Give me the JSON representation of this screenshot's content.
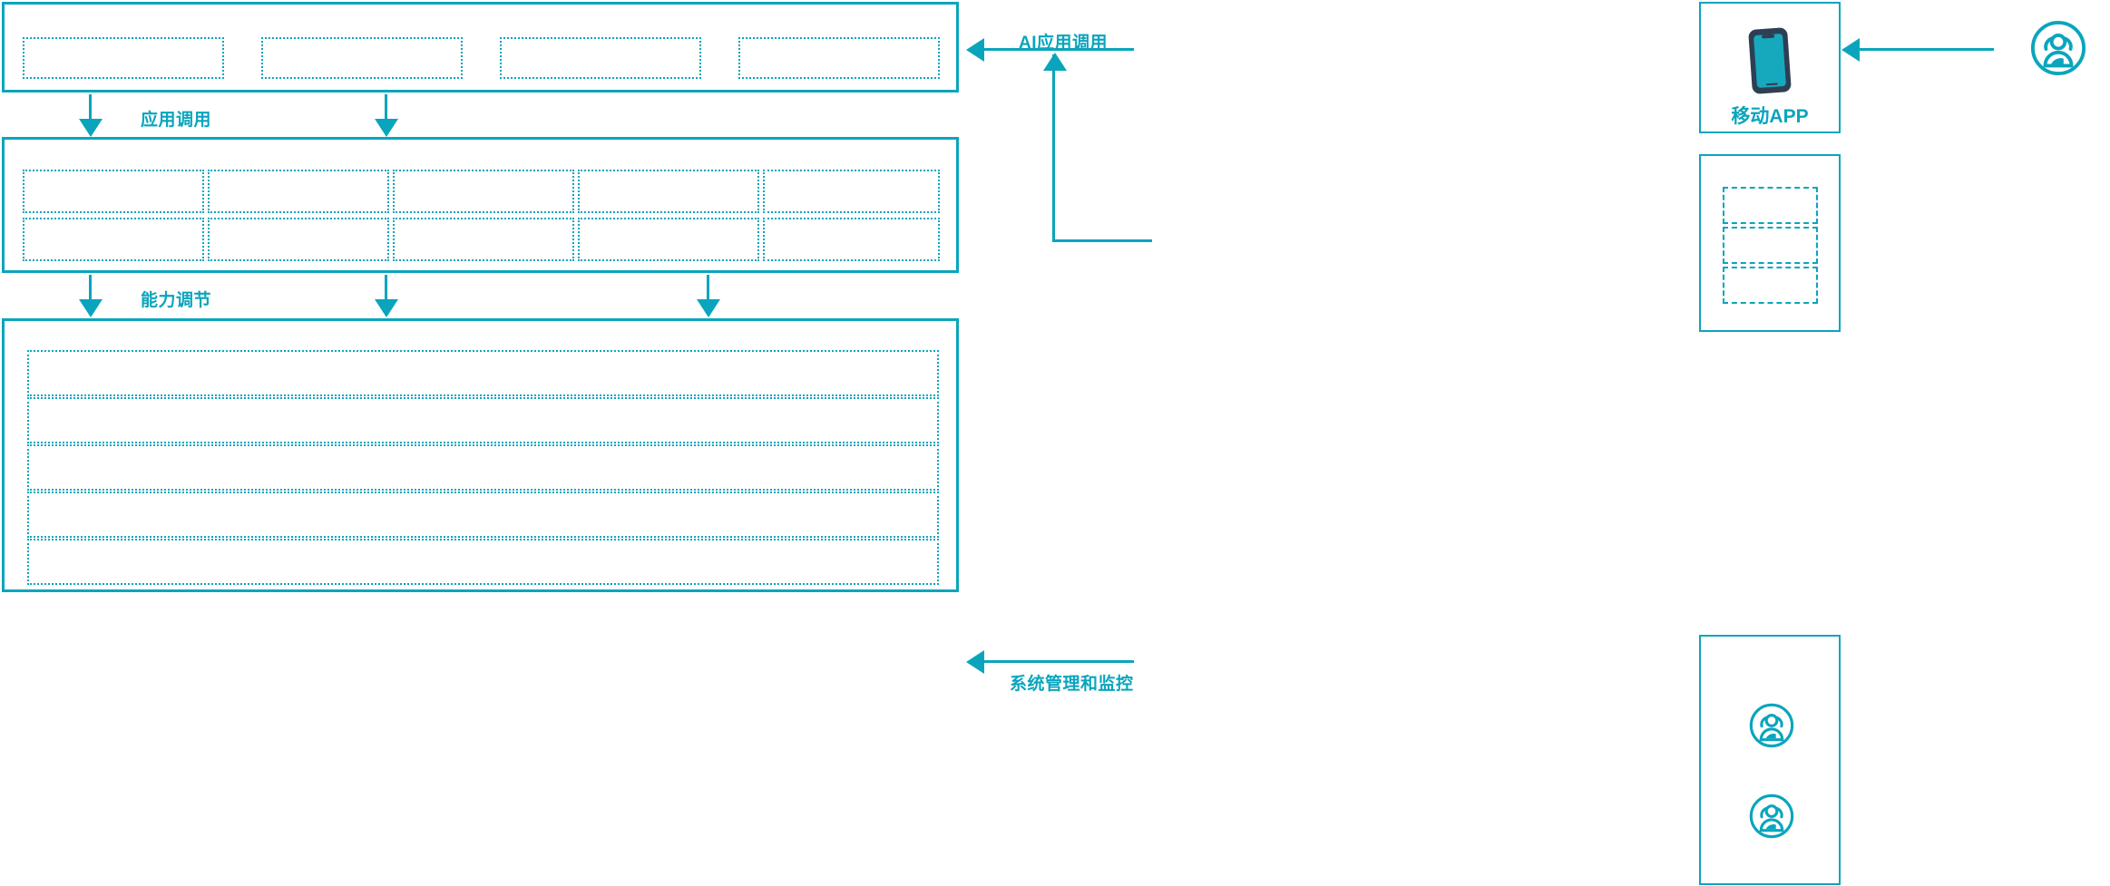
{
  "theme": {
    "accent": "#0aa5bd",
    "phone_body": "#2e3f54",
    "phone_screen": "#16a9bd",
    "background": "#ffffff"
  },
  "diagram": {
    "title": "",
    "type": "architecture-layers",
    "left_stack": {
      "layers": [
        {
          "name": "application-layer",
          "cells": [
            {
              "label": ""
            },
            {
              "label": ""
            },
            {
              "label": ""
            },
            {
              "label": ""
            }
          ]
        },
        {
          "name": "capability-layer",
          "rows": [
            [
              {
                "label": ""
              },
              {
                "label": ""
              },
              {
                "label": ""
              },
              {
                "label": ""
              },
              {
                "label": ""
              }
            ],
            [
              {
                "label": ""
              },
              {
                "label": ""
              },
              {
                "label": ""
              },
              {
                "label": ""
              },
              {
                "label": ""
              }
            ]
          ]
        },
        {
          "name": "platform-layer",
          "rows": [
            {
              "label": ""
            },
            {
              "label": ""
            },
            {
              "label": ""
            },
            {
              "label": ""
            },
            {
              "label": ""
            }
          ]
        }
      ],
      "connectors": [
        {
          "name": "application-call",
          "label": "应用调用",
          "direction": "down"
        },
        {
          "name": "capability-adjust",
          "label": "能力调节",
          "direction": "down"
        }
      ]
    },
    "right_column": {
      "nodes": [
        {
          "name": "mobile-app-node",
          "label": "移动APP",
          "icon": "mobile-phone-icon"
        },
        {
          "name": "channel-list-node",
          "label": "",
          "items": [
            {
              "label": ""
            },
            {
              "label": ""
            },
            {
              "label": ""
            }
          ]
        },
        {
          "name": "operations-node",
          "label": "",
          "icons": [
            "users-group-icon",
            "users-group-icon"
          ]
        }
      ],
      "external_actor": {
        "name": "end-user-actor",
        "icon": "users-group-icon",
        "label": ""
      },
      "connectors": [
        {
          "name": "ai-application-call",
          "label": "AI应用调用",
          "direction": "left"
        },
        {
          "name": "user-to-app",
          "label": "",
          "direction": "left"
        },
        {
          "name": "system-management-monitor",
          "label": "系统管理和监控",
          "direction": "left"
        }
      ]
    }
  }
}
